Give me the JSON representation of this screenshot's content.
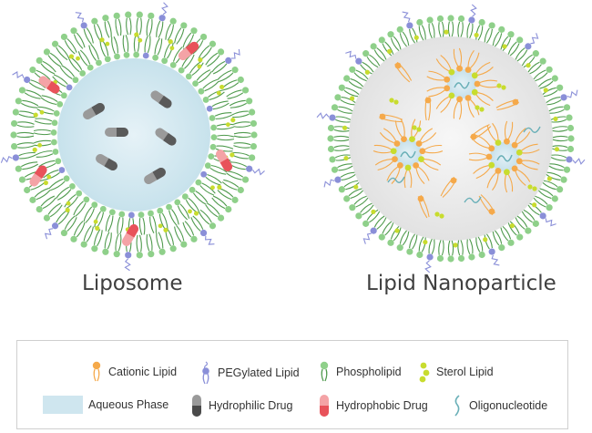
{
  "diagram": {
    "labels": {
      "liposome": "Liposome",
      "lipid_nanoparticle": "Lipid Nanoparticle"
    },
    "legend": [
      {
        "key": "cationic_lipid",
        "label": "Cationic Lipid",
        "icon": "cationic-lipid-icon"
      },
      {
        "key": "pegylated_lipid",
        "label": "PEGylated Lipid",
        "icon": "pegylated-lipid-icon"
      },
      {
        "key": "phospholipid",
        "label": "Phospholipid",
        "icon": "phospholipid-icon"
      },
      {
        "key": "sterol_lipid",
        "label": "Sterol Lipid",
        "icon": "sterol-lipid-icon"
      },
      {
        "key": "aqueous_phase",
        "label": "Aqueous Phase",
        "icon": "aqueous-phase-icon"
      },
      {
        "key": "hydrophilic_drug",
        "label": "Hydrophilic Drug",
        "icon": "hydrophilic-drug-icon"
      },
      {
        "key": "hydrophobic_drug",
        "label": "Hydrophobic Drug",
        "icon": "hydrophobic-drug-icon"
      },
      {
        "key": "oligonucleotide",
        "label": "Oligonucleotide",
        "icon": "oligonucleotide-icon"
      }
    ],
    "colors": {
      "phospholipid": "#8fd08a",
      "phospholipid_tail": "#4f9a4d",
      "cationic_lipid": "#f5a94a",
      "pegylated_lipid": "#8a8fd8",
      "sterol": "#c8dc2e",
      "aqueous_phase": "#cfe6ef",
      "hydrophilic_drug": "#5a5a5a",
      "hydrophobic_drug": "#e8525a",
      "oligonucleotide": "#6ab0b8",
      "lnp_core": "#ebebeb"
    }
  }
}
